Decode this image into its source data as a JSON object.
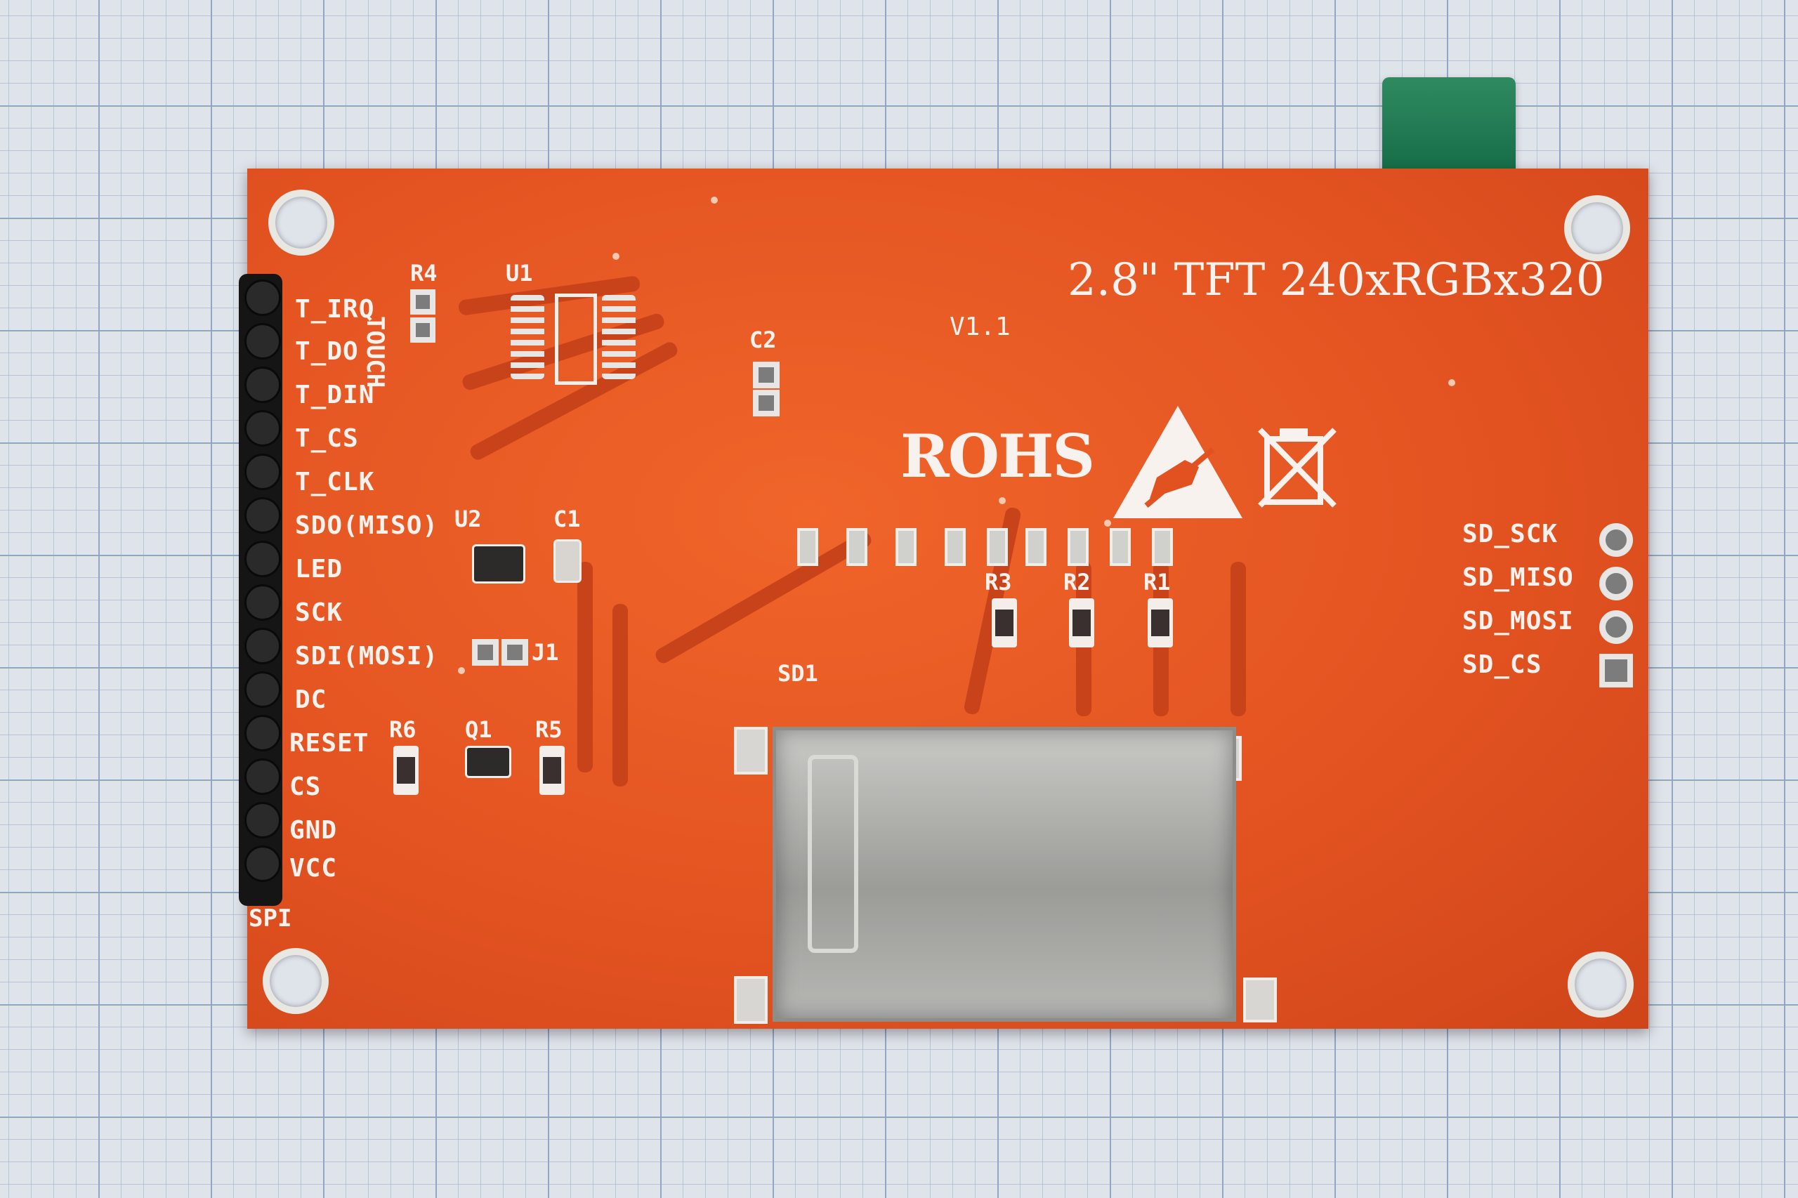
{
  "board": {
    "title": "2.8\" TFT 240xRGBx320",
    "version": "V1.1",
    "rohs": "ROHS"
  },
  "header_pins": [
    "T_IRQ",
    "T_DO",
    "T_DIN",
    "T_CS",
    "T_CLK",
    "SDO(MISO)",
    "LED",
    "SCK",
    "SDI(MOSI)",
    "DC",
    "RESET",
    "CS",
    "GND",
    "VCC"
  ],
  "touch_label": "TOUCH",
  "spi_label": "SPI",
  "sd_pins": [
    "SD_SCK",
    "SD_MISO",
    "SD_MOSI",
    "SD_CS"
  ],
  "components": {
    "r4": "R4",
    "u1": "U1",
    "c2": "C2",
    "u2": "U2",
    "c1": "C1",
    "j1": "J1",
    "r6": "R6",
    "q1": "Q1",
    "r5": "R5",
    "r3": "R3",
    "r2": "R2",
    "r1": "R1",
    "sd1": "SD1"
  },
  "colors": {
    "pcb": "#e25221",
    "silkscreen": "#f7f2ee",
    "paper": "#dfe3ea",
    "flex_cable": "#1f7a52"
  }
}
